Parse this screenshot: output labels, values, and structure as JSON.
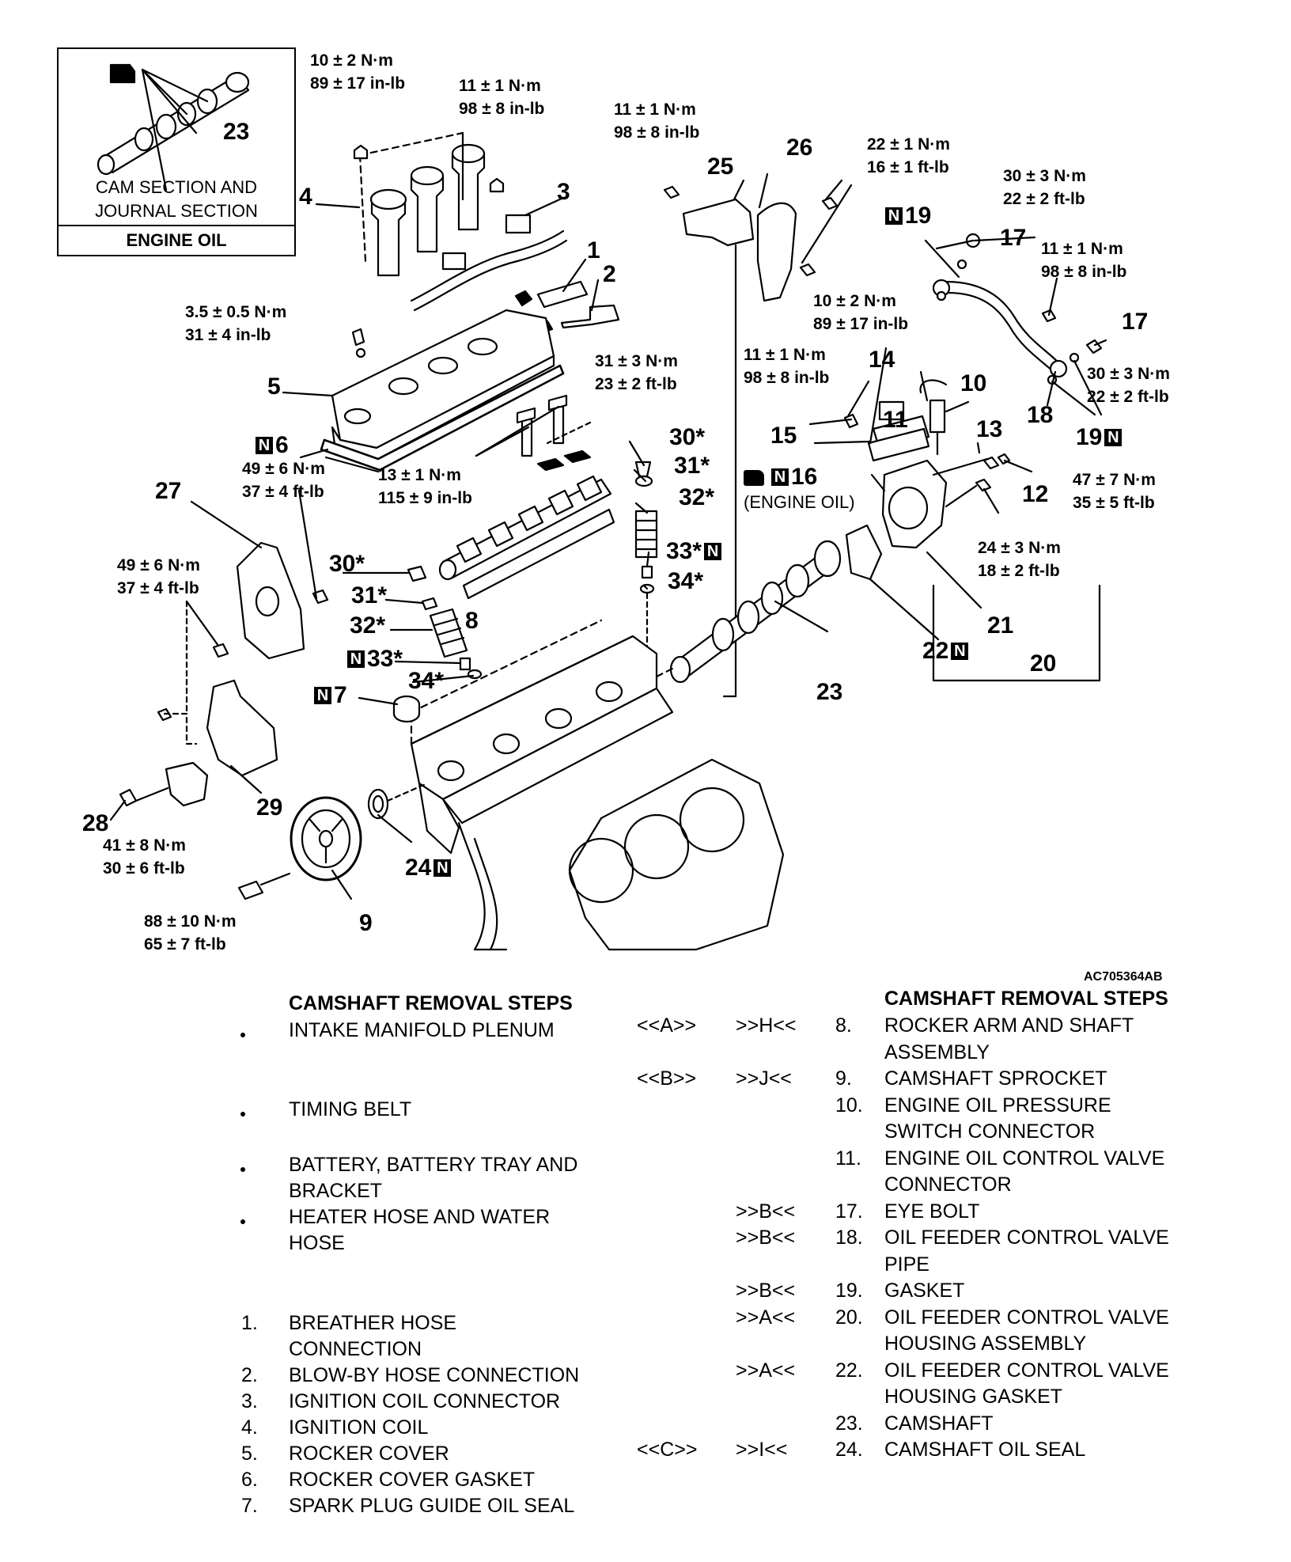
{
  "inset": {
    "part_no": "23",
    "caption_line1": "CAM SECTION AND",
    "caption_line2": "JOURNAL SECTION",
    "footer": "ENGINE OIL"
  },
  "callouts": {
    "c1": "1",
    "c2": "2",
    "c3": "3",
    "c4": "4",
    "c5": "5",
    "c6": "6",
    "c7": "7",
    "c8": "8",
    "c9": "9",
    "c10": "10",
    "c11": "11",
    "c12": "12",
    "c13": "13",
    "c14": "14",
    "c15": "15",
    "c16": "16",
    "c17a": "17",
    "c17b": "17",
    "c18": "18",
    "c19a": "19",
    "c19b": "19",
    "c20": "20",
    "c21": "21",
    "c22": "22",
    "c23": "23",
    "c24": "24",
    "c25": "25",
    "c26": "26",
    "c27": "27",
    "c28": "28",
    "c29": "29",
    "c30a": "30*",
    "c30b": "30*",
    "c31a": "31*",
    "c31b": "31*",
    "c32a": "32*",
    "c32b": "32*",
    "c33a": "33*",
    "c33b": "33*",
    "c34a": "34*",
    "c34b": "34*",
    "engine_oil_note": "(ENGINE OIL)",
    "n_mark": "N"
  },
  "torques": {
    "t_coil": [
      "10 ± 2 N·m",
      "89 ± 17 in-lb"
    ],
    "t_coil_conn": [
      "11 ± 1 N·m",
      "98 ± 8 in-lb"
    ],
    "t_bracket25": [
      "11 ± 1 N·m",
      "98 ± 8 in-lb"
    ],
    "t_bracket26": [
      "22 ± 1 N·m",
      "16 ± 1 ft-lb"
    ],
    "t_eyebolt_top": [
      "30 ± 3 N·m",
      "22 ± 2 ft-lb"
    ],
    "t_pipe": [
      "11 ± 1 N·m",
      "98 ± 8 in-lb"
    ],
    "t_cover": [
      "3.5 ± 0.5 N·m",
      "31 ± 4 in-lb"
    ],
    "t_rocker": [
      "31 ± 3 N·m",
      "23 ± 2 ft-lb"
    ],
    "t_switch": [
      "10 ± 2 N·m",
      "89 ± 17 in-lb"
    ],
    "t_eyebolt_right": [
      "30 ± 3 N·m",
      "22 ± 2 ft-lb"
    ],
    "t_valve": [
      "11 ± 1 N·m",
      "98 ± 8 in-lb"
    ],
    "t_shaft": [
      "13 ± 1 N·m",
      "115 ± 9 in-lb"
    ],
    "t_bracket27": [
      "49 ± 6 N·m",
      "37 ± 4 ft-lb"
    ],
    "t_plug12": [
      "47 ± 7 N·m",
      "35 ± 5 ft-lb"
    ],
    "t_bracket_lower": [
      "49 ± 6 N·m",
      "37 ± 4 ft-lb"
    ],
    "t_housing": [
      "24 ± 3 N·m",
      "18 ± 2 ft-lb"
    ],
    "t_tensioner": [
      "41 ± 8 N·m",
      "30 ± 6 ft-lb"
    ],
    "t_sprocket": [
      "88 ± 10 N·m",
      "65 ± 7 ft-lb"
    ]
  },
  "ref_code": "AC705364AB",
  "steps_left": {
    "heading": "CAMSHAFT REMOVAL STEPS",
    "bullets": [
      "INTAKE MANIFOLD PLENUM",
      "TIMING BELT",
      "BATTERY, BATTERY TRAY AND",
      "BRACKET",
      "HEATER HOSE AND WATER",
      "HOSE"
    ],
    "numbered": [
      {
        "n": "1.",
        "t": "BREATHER HOSE"
      },
      {
        "n": "",
        "t": "CONNECTION"
      },
      {
        "n": "2.",
        "t": "BLOW-BY HOSE CONNECTION"
      },
      {
        "n": "3.",
        "t": "IGNITION COIL CONNECTOR"
      },
      {
        "n": "4.",
        "t": "IGNITION COIL"
      },
      {
        "n": "5.",
        "t": "ROCKER COVER"
      },
      {
        "n": "6.",
        "t": "ROCKER COVER GASKET"
      },
      {
        "n": "7.",
        "t": "SPARK PLUG GUIDE OIL SEAL"
      }
    ]
  },
  "steps_right": {
    "heading": "CAMSHAFT REMOVAL STEPS",
    "rows": [
      {
        "rem": "<<A>>",
        "ins": ">>H<<",
        "n": "8.",
        "t": "ROCKER ARM AND SHAFT"
      },
      {
        "rem": "",
        "ins": "",
        "n": "",
        "t": "ASSEMBLY"
      },
      {
        "rem": "<<B>>",
        "ins": ">>J<<",
        "n": "9.",
        "t": "CAMSHAFT SPROCKET"
      },
      {
        "rem": "",
        "ins": "",
        "n": "10.",
        "t": "ENGINE OIL PRESSURE"
      },
      {
        "rem": "",
        "ins": "",
        "n": "",
        "t": "SWITCH CONNECTOR"
      },
      {
        "rem": "",
        "ins": "",
        "n": "11.",
        "t": "ENGINE OIL CONTROL VALVE"
      },
      {
        "rem": "",
        "ins": "",
        "n": "",
        "t": "CONNECTOR"
      },
      {
        "rem": "",
        "ins": ">>B<<",
        "n": "17.",
        "t": "EYE BOLT"
      },
      {
        "rem": "",
        "ins": ">>B<<",
        "n": "18.",
        "t": "OIL FEEDER CONTROL VALVE"
      },
      {
        "rem": "",
        "ins": "",
        "n": "",
        "t": "PIPE"
      },
      {
        "rem": "",
        "ins": ">>B<<",
        "n": "19.",
        "t": "GASKET"
      },
      {
        "rem": "",
        "ins": ">>A<<",
        "n": "20.",
        "t": "OIL FEEDER CONTROL VALVE"
      },
      {
        "rem": "",
        "ins": "",
        "n": "",
        "t": "HOUSING ASSEMBLY"
      },
      {
        "rem": "",
        "ins": ">>A<<",
        "n": "22.",
        "t": "OIL FEEDER CONTROL VALVE"
      },
      {
        "rem": "",
        "ins": "",
        "n": "",
        "t": "HOUSING GASKET"
      },
      {
        "rem": "",
        "ins": "",
        "n": "23.",
        "t": "CAMSHAFT"
      },
      {
        "rem": "<<C>>",
        "ins": ">>I<<",
        "n": "24.",
        "t": "CAMSHAFT OIL SEAL"
      }
    ]
  }
}
